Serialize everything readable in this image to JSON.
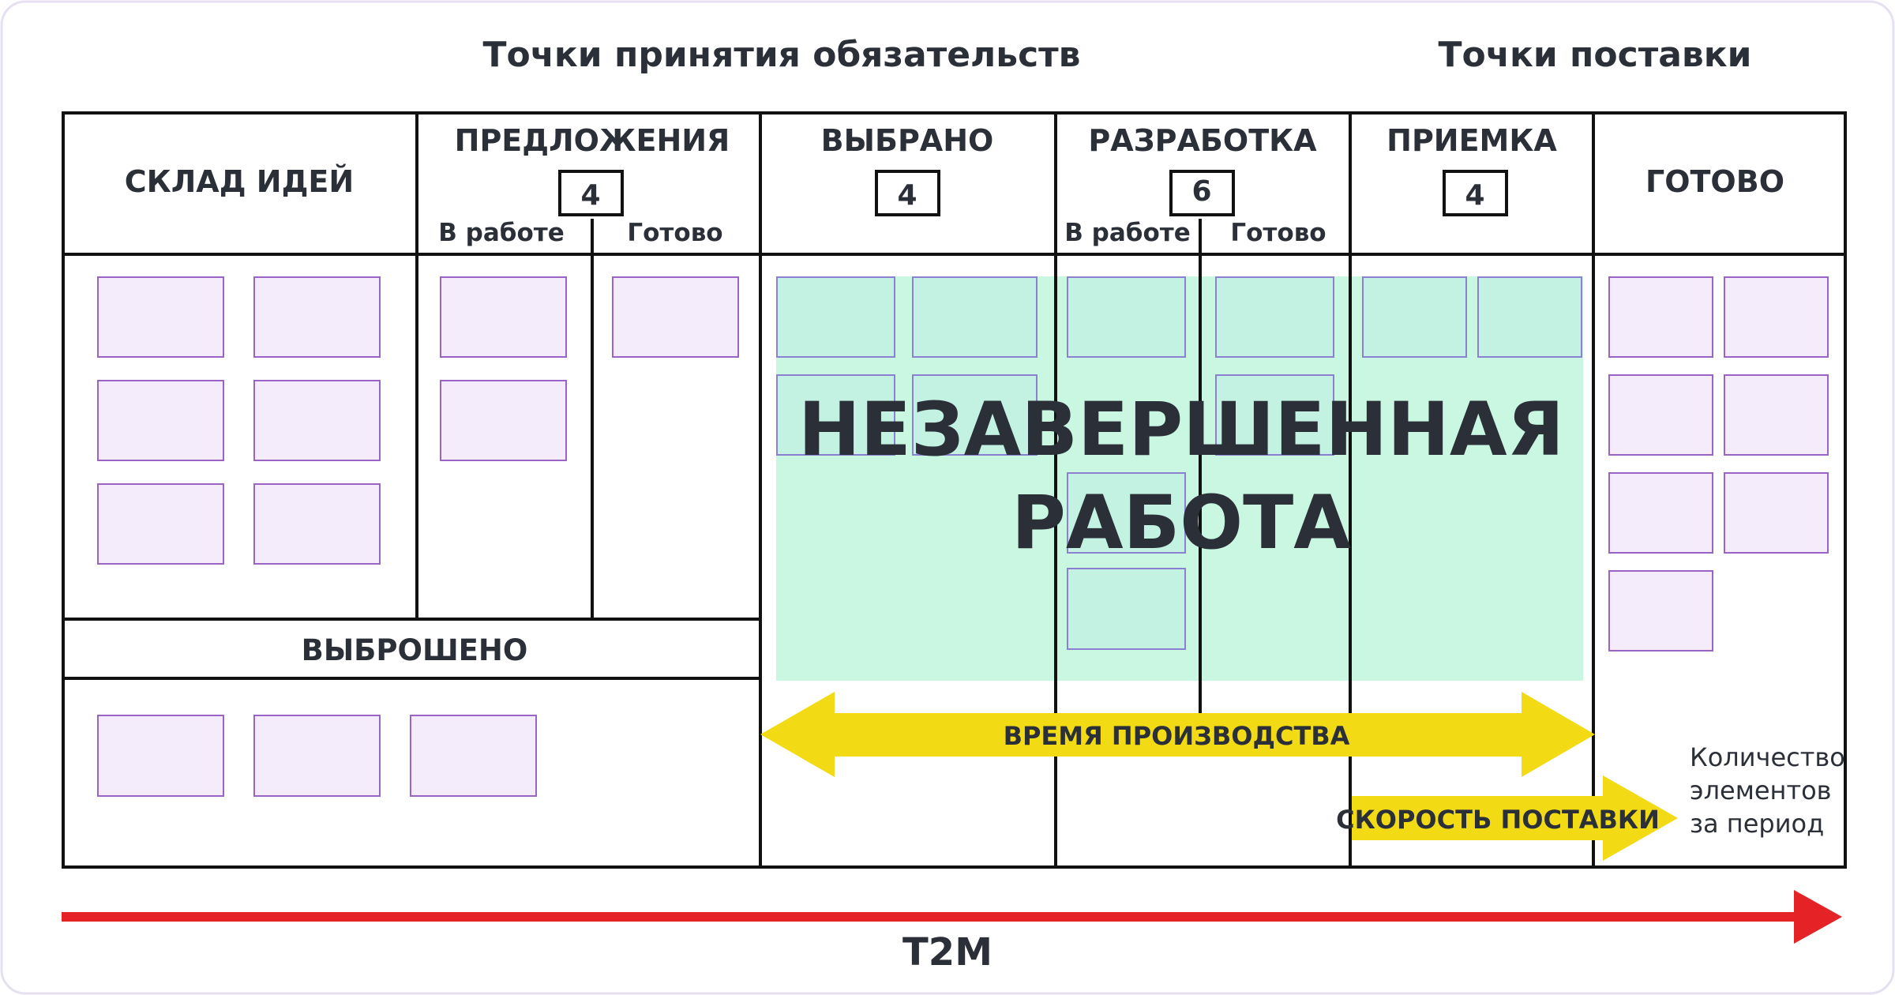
{
  "headers": {
    "commitment_points": "Точки принятия обязательств",
    "delivery_points": "Точки поставки"
  },
  "columns": {
    "ideas": {
      "title": "СКЛАД ИДЕЙ"
    },
    "proposals": {
      "title": "ПРЕДЛОЖЕНИЯ",
      "wip_limit": "4",
      "sub_in_progress": "В работе",
      "sub_done": "Готово"
    },
    "selected": {
      "title": "ВЫБРАНО",
      "wip_limit": "4"
    },
    "development": {
      "title": "РАЗРАБОТКА",
      "wip_limit": "6",
      "sub_in_progress": "В работе",
      "sub_done": "Готово"
    },
    "acceptance": {
      "title": "ПРИЕМКА",
      "wip_limit": "4"
    },
    "done": {
      "title": "ГОТОВО"
    },
    "discarded": {
      "title": "ВЫБРОШЕНО"
    }
  },
  "wip_zone": {
    "line1": "НЕЗАВЕРШЕННАЯ",
    "line2": "РАБОТА"
  },
  "arrows": {
    "lead_time": "ВРЕМЯ ПРОИЗВОДСТВА",
    "throughput": "СКОРОСТЬ ПОСТАВКИ",
    "throughput_note": [
      "Количество",
      "элементов",
      "за период"
    ],
    "t2m": "T2M"
  },
  "colors": {
    "card_purple_fill": "#f4ebfb",
    "card_purple_border": "#9a64c6",
    "wip_zone_fill": "#c9f7e2",
    "card_teal_fill": "#c3f1e2",
    "card_teal_border": "#8c80d0",
    "yellow_arrow": "#f2db15",
    "red_arrow": "#e52226",
    "grid_line": "#111111",
    "text": "#2b3038"
  }
}
